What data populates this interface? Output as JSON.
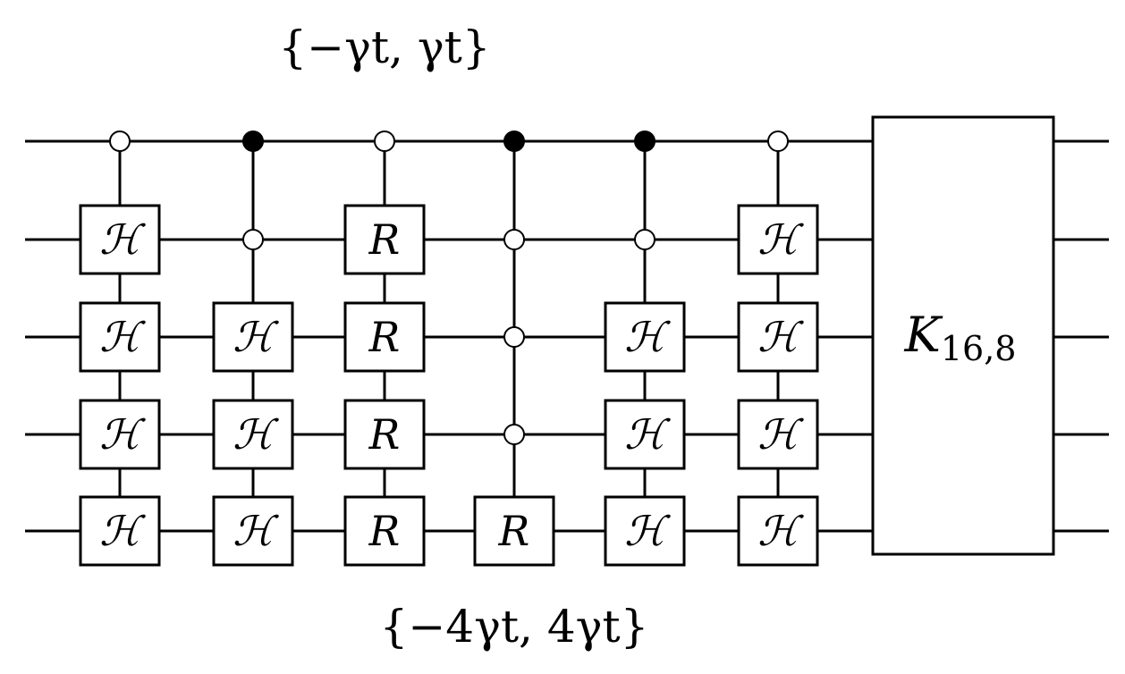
{
  "labels": {
    "top_set": "{−γt, γt}",
    "bottom_set": "{−4γt, 4γt}"
  },
  "block": {
    "symbol": "K",
    "subscript": "16,8"
  },
  "gate_symbols": {
    "hadamard": "ℋ",
    "rotation": "R"
  },
  "columns": [
    {
      "controls": [
        {
          "qubit": 0,
          "type": "open"
        }
      ],
      "gates": [
        {
          "qubit": 1,
          "label": "hadamard"
        },
        {
          "qubit": 2,
          "label": "hadamard"
        },
        {
          "qubit": 3,
          "label": "hadamard"
        },
        {
          "qubit": 4,
          "label": "hadamard"
        }
      ]
    },
    {
      "controls": [
        {
          "qubit": 0,
          "type": "filled"
        },
        {
          "qubit": 1,
          "type": "open"
        }
      ],
      "gates": [
        {
          "qubit": 2,
          "label": "hadamard"
        },
        {
          "qubit": 3,
          "label": "hadamard"
        },
        {
          "qubit": 4,
          "label": "hadamard"
        }
      ]
    },
    {
      "controls": [
        {
          "qubit": 0,
          "type": "open"
        }
      ],
      "gates": [
        {
          "qubit": 1,
          "label": "rotation"
        },
        {
          "qubit": 2,
          "label": "rotation"
        },
        {
          "qubit": 3,
          "label": "rotation"
        },
        {
          "qubit": 4,
          "label": "rotation"
        }
      ]
    },
    {
      "controls": [
        {
          "qubit": 0,
          "type": "filled"
        },
        {
          "qubit": 1,
          "type": "open"
        },
        {
          "qubit": 2,
          "type": "open"
        },
        {
          "qubit": 3,
          "type": "open"
        }
      ],
      "gates": [
        {
          "qubit": 4,
          "label": "rotation"
        }
      ]
    },
    {
      "controls": [
        {
          "qubit": 0,
          "type": "filled"
        },
        {
          "qubit": 1,
          "type": "open"
        }
      ],
      "gates": [
        {
          "qubit": 2,
          "label": "hadamard"
        },
        {
          "qubit": 3,
          "label": "hadamard"
        },
        {
          "qubit": 4,
          "label": "hadamard"
        }
      ]
    },
    {
      "controls": [
        {
          "qubit": 0,
          "type": "open"
        }
      ],
      "gates": [
        {
          "qubit": 1,
          "label": "hadamard"
        },
        {
          "qubit": 2,
          "label": "hadamard"
        },
        {
          "qubit": 3,
          "label": "hadamard"
        },
        {
          "qubit": 4,
          "label": "hadamard"
        }
      ]
    }
  ]
}
